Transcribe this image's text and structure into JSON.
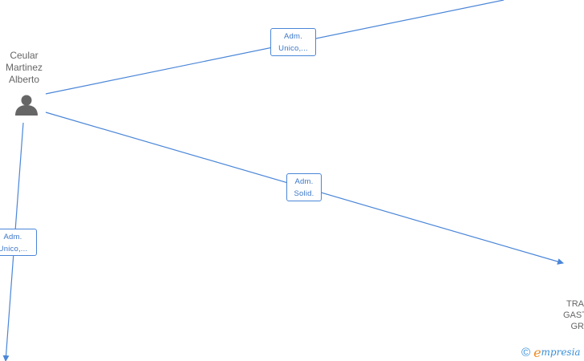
{
  "nodes": {
    "person": {
      "name": "Ceular\nMartinez\nAlberto",
      "icon": "person-icon"
    },
    "company_right": {
      "name": "TRA\nGAST\nGR",
      "icon": "building-icon"
    }
  },
  "edges": [
    {
      "id": "edge-top-right",
      "label": "Adm.\nUnico,..."
    },
    {
      "id": "edge-right",
      "label": "Adm.\nSolid."
    },
    {
      "id": "edge-down",
      "label": "Adm.\nUnico,..."
    }
  ],
  "brand": {
    "copyright": "©",
    "logo_initial": "e",
    "logo_rest": "mpresia"
  },
  "colors": {
    "edge": "#4a86d8",
    "node_icon": "#666666",
    "text": "#666666",
    "accent": "#f08a1c"
  }
}
